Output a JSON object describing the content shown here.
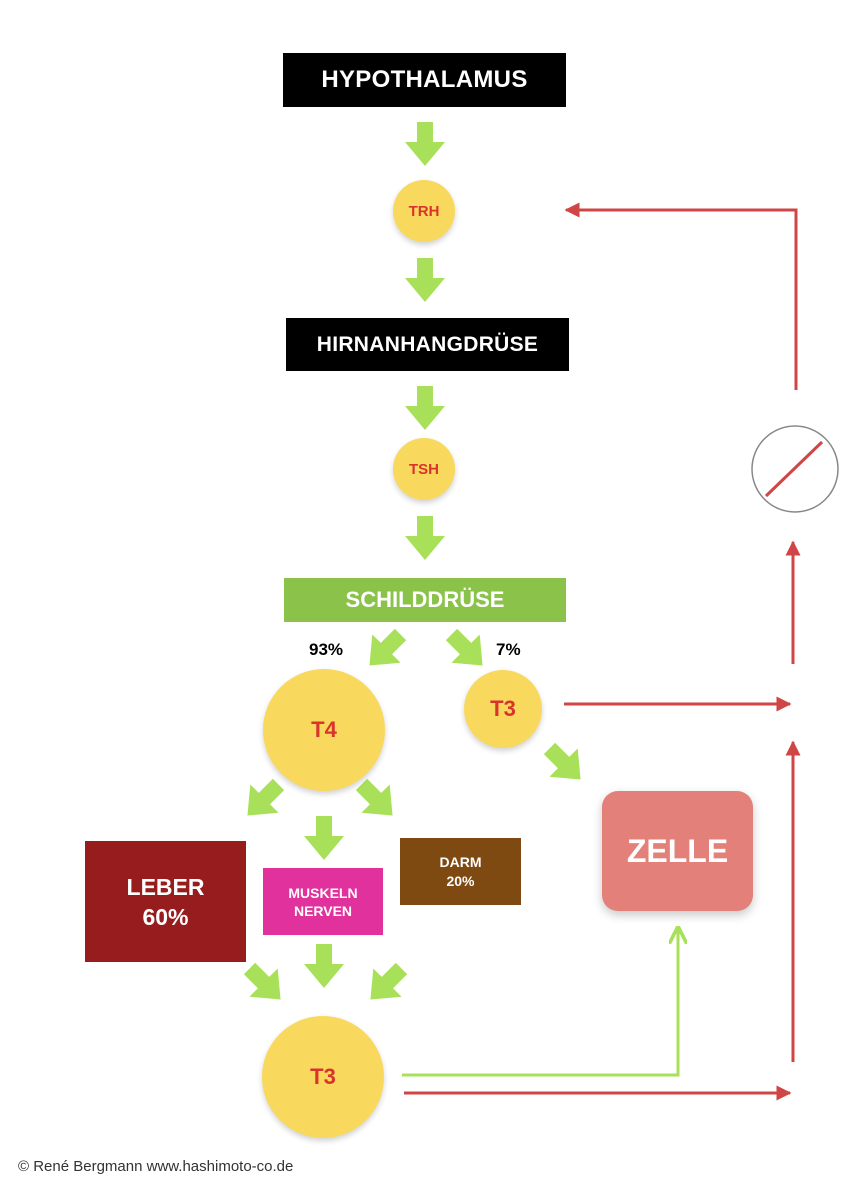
{
  "nodes": {
    "hypothalamus": "HYPOTHALAMUS",
    "trh": "TRH",
    "hirnanhangdruese": "HIRNANHANGDRÜSE",
    "tsh": "TSH",
    "schilddruese": "SCHILDDRÜSE",
    "t4": "T4",
    "t3_top": "T3",
    "t3_bottom": "T3",
    "leber_name": "LEBER",
    "leber_pct": "60%",
    "muskeln_line1": "MUSKELN",
    "muskeln_line2": "NERVEN",
    "darm_name": "DARM",
    "darm_pct": "20%",
    "zelle": "ZELLE"
  },
  "percentages": {
    "t4_share": "93%",
    "t3_share": "7%"
  },
  "footer": {
    "credit": "© René Bergmann www.hashimoto-co.de"
  },
  "colors": {
    "black_box": "#000000",
    "schilddruese": "#8bc24a",
    "hormone_circle": "#f8d95e",
    "hormone_text": "#d9342b",
    "leber": "#961c1e",
    "muskeln": "#e0319c",
    "darm": "#7f4a12",
    "zelle": "#e4807a",
    "green_arrow": "#a8e05a",
    "red_feedback": "#d04545"
  },
  "icons": {
    "inhibition": "prohibition-circle-icon"
  }
}
